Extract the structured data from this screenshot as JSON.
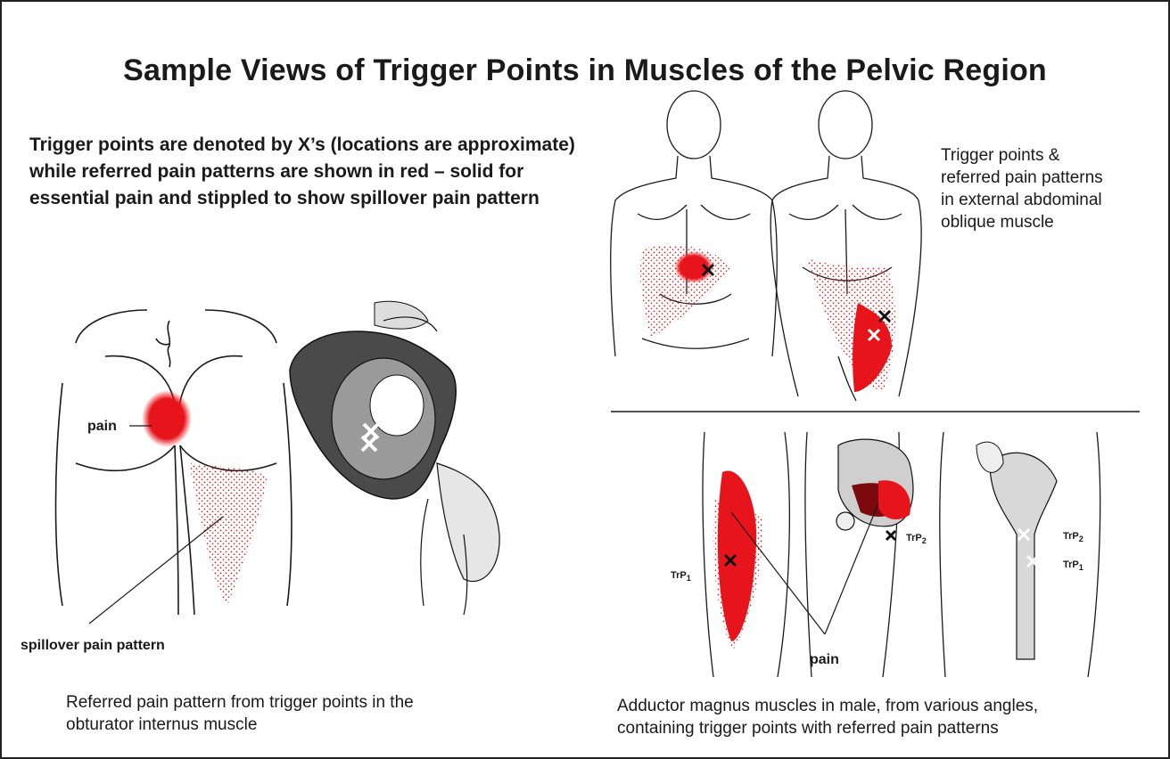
{
  "title": "Sample Views of Trigger Points in Muscles of the Pelvic Region",
  "intro": "Trigger points are denoted by X’s (locations are approximate) while  referred pain patterns are shown in red – solid for essential pain and stippled to show spillover pain pattern",
  "figures": {
    "obturator": {
      "label_pain": "pain",
      "label_spillover": "spillover pain pattern",
      "caption": "Referred pain pattern from trigger points in the\nobturator internus muscle"
    },
    "abdominal": {
      "caption": "Trigger points &\nreferred pain patterns\nin external abdominal\noblique muscle"
    },
    "adductor": {
      "label_pain": "pain",
      "label_trp1_a": "TrP",
      "label_trp1_a_sub": "1",
      "label_trp2_b": "TrP",
      "label_trp2_b_sub": "2",
      "label_trp2_c": "TrP",
      "label_trp2_c_sub": "2",
      "label_trp1_c": "TrP",
      "label_trp1_c_sub": "1",
      "caption": "Adductor magnus muscles in male, from various angles,\ncontaining trigger points with referred pain patterns"
    }
  },
  "colors": {
    "pain_red": "#e8141b",
    "line": "#1a1a1a"
  }
}
